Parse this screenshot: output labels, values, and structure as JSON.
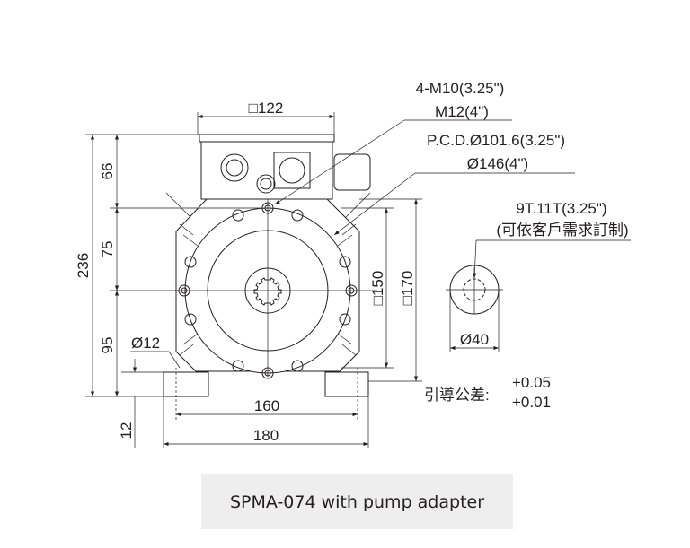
{
  "dimensions": {
    "top_width": "□122",
    "total_height": "236",
    "box_height": "66",
    "upper_height": "75",
    "lower_height": "95",
    "foot_hole": "Ø12",
    "foot_thickness": "12",
    "foot_hole_spacing": "160",
    "foot_width": "180",
    "square_150": "□150",
    "square_170": "□170",
    "shaft_diameter": "Ø40"
  },
  "callouts": {
    "bolt_line1": "4-M10(3.25\")",
    "bolt_line2": "M12(4\")",
    "pcd_line1": "P.C.D.Ø101.6(3.25\")",
    "pcd_line2": "Ø146(4\")",
    "spline_line1": "9T.11T(3.25\")",
    "spline_line2": "(可依客戶需求訂制)",
    "tolerance_label": "引導公差:",
    "tolerance_upper": "+0.05",
    "tolerance_lower": "+0.01"
  },
  "caption": "SPMA-074 with pump adapter"
}
